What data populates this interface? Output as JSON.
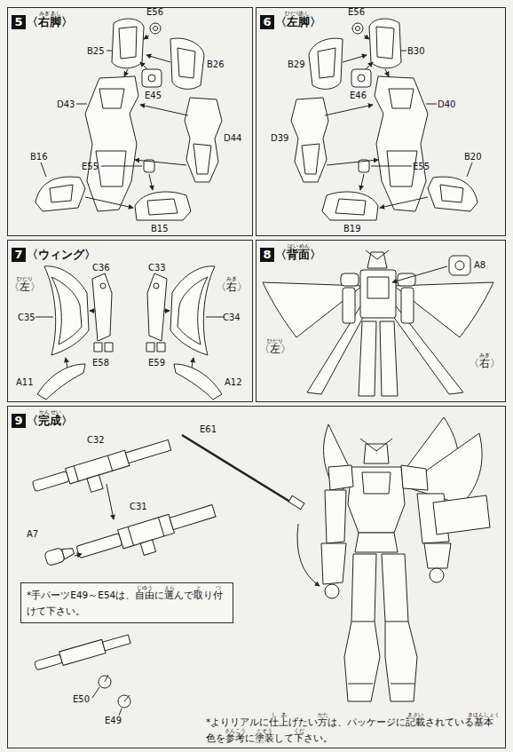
{
  "diagram": {
    "nodes": [
      {
        "text": [
          "5",
          "〈右脚〉"
        ]
      },
      {
        "text": [
          "6",
          "〈左脚〉"
        ]
      },
      {
        "text": [
          "7",
          "〈ウィング〉"
        ]
      },
      {
        "text": [
          "8",
          "〈背面〉"
        ]
      },
      {
        "text": [
          "9",
          "〈完成〉"
        ]
      },
      {
        "text": [
          "*手パーツE49～E54は、自由に選んで取り付けて下さい。"
        ],
        "in": 4
      }
    ],
    "labels": [
      "みぎ",
      "あし",
      "E56",
      "B25",
      "B26",
      "E45",
      "D43",
      "D44",
      "B16",
      "E55",
      "B15",
      "ひだり",
      "あし",
      "E56",
      "B30",
      "B29",
      "E46",
      "D40",
      "D39",
      "B20",
      "E55",
      "B19",
      "〈左〉",
      "ひだり",
      "C36",
      "C35",
      "E58",
      "A11",
      "〈右〉",
      "みぎ",
      "C33",
      "C34",
      "E59",
      "A12",
      "はい",
      "めん",
      "A8",
      "〈左〉",
      "ひだり",
      "〈右〉",
      "みぎ",
      "かん",
      "せい",
      "C32",
      "C31",
      "A7",
      "E61",
      "じゆう",
      "えら",
      "と",
      "つ",
      "E50",
      "E49",
      "*よりリアルに仕上げたい方は、パッケージに記載されている基本色を参考に塗装して下さい。",
      "し",
      "あ",
      "かた",
      "きさい",
      "きほんしょく",
      "さんこう",
      "とそう",
      "くだ"
    ]
  }
}
